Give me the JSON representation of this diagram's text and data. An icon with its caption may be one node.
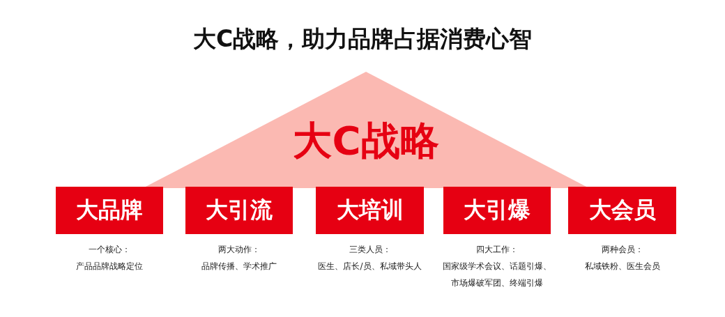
{
  "diagram": {
    "title": "大C战略，助力品牌占据消费心智",
    "nodes": [
      {
        "text": [
          "大C战略"
        ]
      },
      {
        "text": [
          "大品牌"
        ],
        "beside": [
          "一个核心：",
          "产品品牌战略定位"
        ]
      },
      {
        "text": [
          "大引流"
        ],
        "beside": [
          "两大动作：",
          "品牌传播、学术推广"
        ]
      },
      {
        "text": [
          "大培训"
        ],
        "beside": [
          "三类人员：",
          "医生、店长/员、私域带头人"
        ]
      },
      {
        "text": [
          "大引爆"
        ],
        "beside": [
          "四大工作：",
          "国家级学术会议、话题引爆、市场爆破军团、终端引爆"
        ]
      },
      {
        "text": [
          "大会员"
        ],
        "beside": [
          "两种会员：",
          "私域铁粉、医生会员"
        ]
      }
    ],
    "edges": []
  }
}
